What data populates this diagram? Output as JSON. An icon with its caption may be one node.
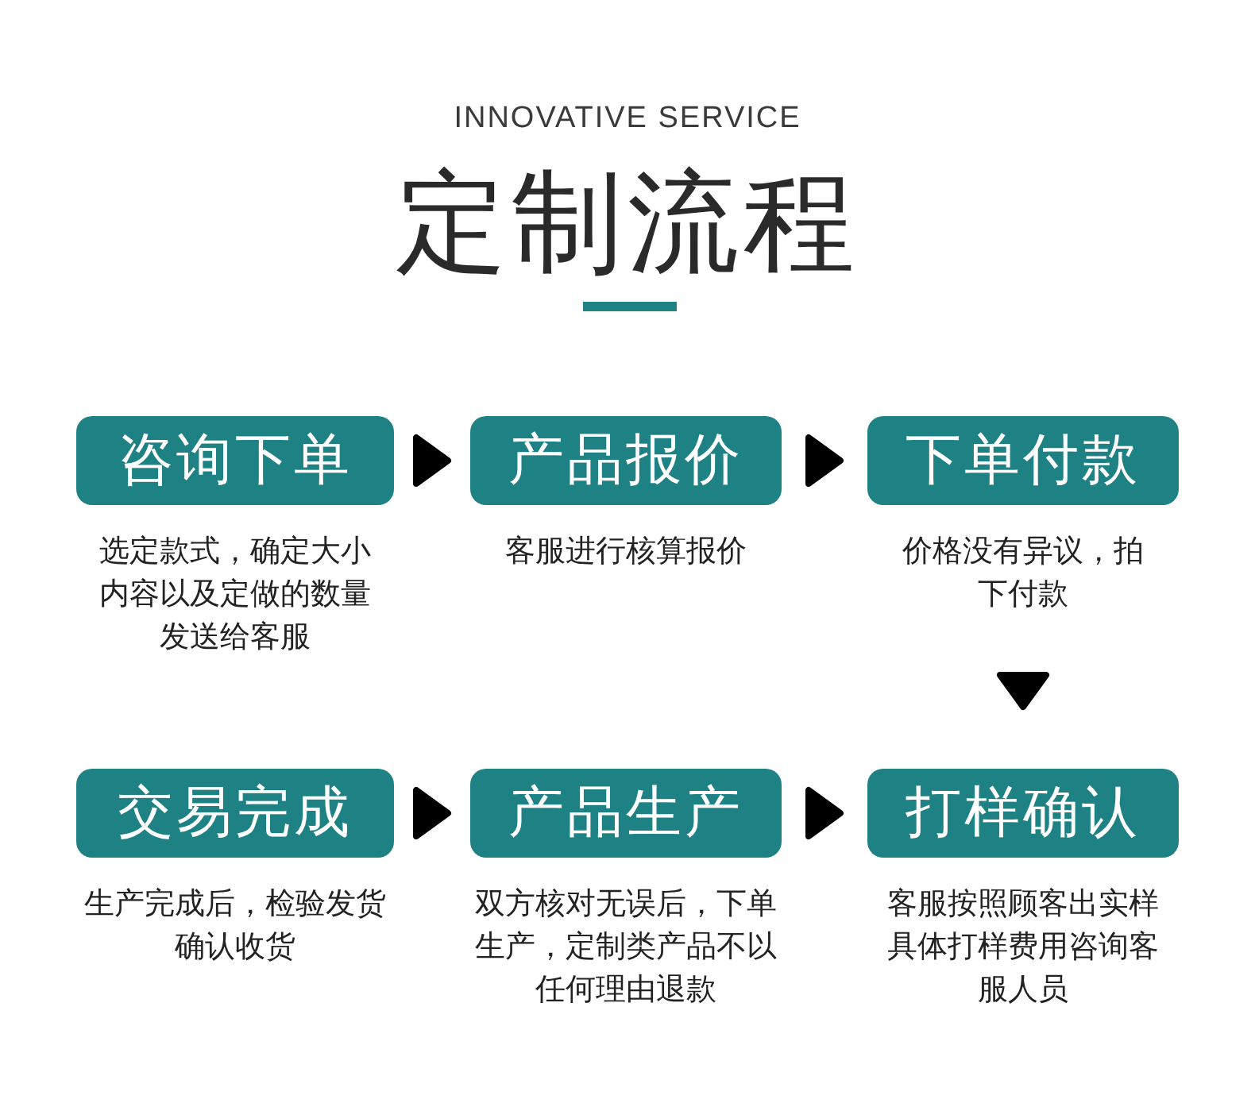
{
  "diagram": {
    "title": "定制流程",
    "nodes": [
      {
        "text": [
          "咨询下单"
        ],
        "beside": [
          "选定款式，确定大小内容以及定做的数量发送给客服"
        ]
      },
      {
        "text": [
          "产品报价"
        ],
        "beside": [
          "客服进行核算报价"
        ]
      },
      {
        "text": [
          "下单付款"
        ],
        "beside": [
          "价格没有异议，拍下付款"
        ]
      },
      {
        "text": [
          "交易完成"
        ],
        "beside": [
          "生产完成后，检验发货确认收货"
        ]
      },
      {
        "text": [
          "产品生产"
        ],
        "beside": [
          "双方核对无误后，下单生产，定制类产品不以任何理由退款"
        ]
      },
      {
        "text": [
          "打样确认"
        ],
        "beside": [
          "客服按照顾客出实样具体打样费用咨询客服人员"
        ]
      }
    ],
    "edges": [
      {
        "from": 0,
        "to": 1,
        "arrow": "to"
      },
      {
        "from": 1,
        "to": 2,
        "arrow": "to"
      },
      {
        "from": 2,
        "to": 5,
        "arrow": "to"
      },
      {
        "from": 3,
        "to": 4,
        "arrow": "to"
      },
      {
        "from": 4,
        "to": 5,
        "arrow": "to"
      }
    ],
    "labels": [
      "INNOVATIVE SERVICE"
    ]
  }
}
